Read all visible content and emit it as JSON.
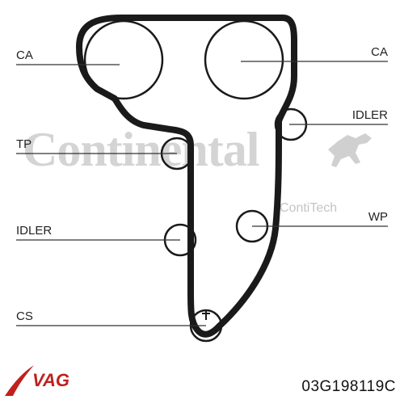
{
  "diagram": {
    "labels": {
      "ca_left": "CA",
      "ca_right": "CA",
      "idler_upper": "IDLER",
      "tp": "TP",
      "wp": "WP",
      "idler_lower": "IDLER",
      "cs": "CS"
    }
  },
  "watermark": {
    "brand": "Continental",
    "sub_brand": "ContiTech"
  },
  "footer": {
    "logo_text": "VAG",
    "part_number": "03G198119C"
  },
  "colors": {
    "belt": "#1a1a1a",
    "line": "#333333",
    "watermark": "#d4d4d4",
    "logo_red": "#c0201e"
  }
}
